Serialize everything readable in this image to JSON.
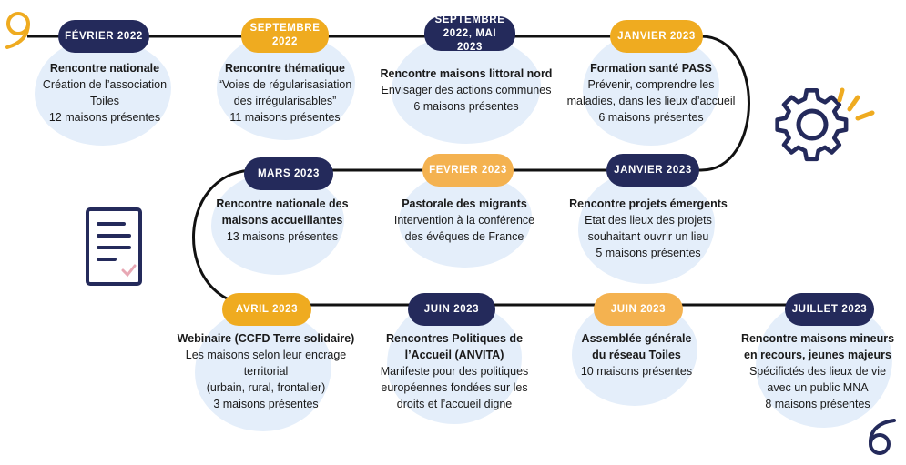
{
  "timeline": {
    "events": [
      {
        "date": "FÉVRIER 2022",
        "title": "Rencontre nationale",
        "lines": [
          "Création de l’association",
          "Toiles",
          "12 maisons présentes"
        ],
        "color": "navy"
      },
      {
        "date": "SEPTEMBRE\n2022",
        "title": "Rencontre thématique",
        "lines": [
          "“Voies de régularisasiation",
          "des irrégularisables”",
          "11 maisons présentes"
        ],
        "color": "gold"
      },
      {
        "date": "SEPTEMBRE\n2022, MAI 2023",
        "title": "Rencontre maisons littoral nord",
        "lines": [
          "Envisager des actions communes",
          "6 maisons présentes"
        ],
        "color": "navy"
      },
      {
        "date": "JANVIER 2023",
        "title": "Formation santé PASS",
        "lines": [
          "Prévenir, comprendre les",
          "maladies, dans les lieux d’accueil",
          "6 maisons présentes"
        ],
        "color": "gold"
      },
      {
        "date": "JANVIER 2023",
        "title": "Rencontre projets émergents",
        "lines": [
          "Etat des lieux des projets",
          "souhaitant ouvrir un lieu",
          "5 maisons présentes"
        ],
        "color": "navy"
      },
      {
        "date": "FEVRIER 2023",
        "title": "Pastorale des migrants",
        "lines": [
          "Intervention à la conférence",
          "des évêques de France"
        ],
        "color": "light"
      },
      {
        "date": "MARS 2023",
        "title": "Rencontre nationale des\nmaisons accueillantes",
        "lines": [
          "13 maisons présentes"
        ],
        "color": "navy"
      },
      {
        "date": "AVRIL 2023",
        "title": "Webinaire (CCFD Terre solidaire)",
        "lines": [
          "Les maisons selon leur encrage",
          "territorial",
          "(urbain, rural, frontalier)",
          "3 maisons présentes"
        ],
        "color": "gold"
      },
      {
        "date": "JUIN 2023",
        "title": "Rencontres Politiques de\nl’Accueil (ANVITA)",
        "lines": [
          "Manifeste pour des politiques",
          "européennes fondées sur les",
          "droits et l’accueil digne"
        ],
        "color": "navy"
      },
      {
        "date": "JUIN 2023",
        "title": "Assemblée générale\ndu réseau Toiles",
        "lines": [
          "10 maisons présentes"
        ],
        "color": "light"
      },
      {
        "date": "JUILLET 2023",
        "title": "Rencontre maisons mineurs\nen recours, jeunes majeurs",
        "lines": [
          "Spécifictés des lieux de vie",
          "avec un public MNA",
          "8 maisons présentes"
        ],
        "color": "navy"
      }
    ]
  },
  "decorations": {
    "icons": [
      "quote-open-icon",
      "gear-icon",
      "checklist-document-icon",
      "quote-close-icon"
    ],
    "colors": {
      "navy": "#242a5b",
      "gold": "#efab20",
      "light_gold": "#f4b250",
      "blob": "#e4eefa",
      "line": "#111111"
    }
  }
}
